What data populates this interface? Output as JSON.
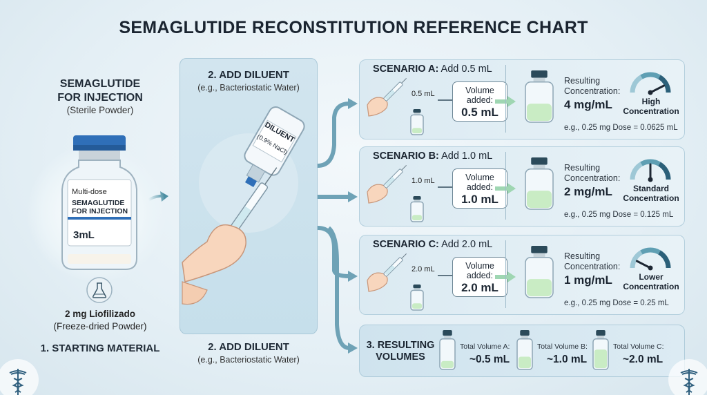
{
  "title": "SEMAGLUTIDE RECONSTITUTION REFERENCE CHART",
  "starting": {
    "title_line1": "SEMAGLUTIDE",
    "title_line2": "FOR INJECTION",
    "subtitle": "(Sterile Powder)",
    "vial_label_1": "Multi-dose",
    "vial_label_2": "SEMAGLUTIDE",
    "vial_label_3": "FOR INJECTION",
    "vial_volume": "3mL",
    "powder_amount": "2 mg Liofilizado",
    "powder_type": "(Freeze-dried Powder)",
    "step_label": "1. STARTING MATERIAL"
  },
  "diluent": {
    "panel_title": "2. ADD DILUENT",
    "panel_sub": "(e.g., Bacteriostatic Water)",
    "bottle_label": "DILUENT",
    "bottle_sub": "(0.9% NaCl)",
    "step_label": "2. ADD DILUENT",
    "step_sub": "(e.g., Bacteriostatic Water)"
  },
  "scenarios": [
    {
      "title_bold": "SCENARIO A:",
      "title_rest": " Add 0.5 mL",
      "syringe_label": "0.5 mL",
      "vol_label_1": "Volume",
      "vol_label_2": "added:",
      "vol_value": "0.5 mL",
      "res_label_1": "Resulting",
      "res_label_2": "Concentration:",
      "res_value": "4 mg/mL",
      "gauge_label_1": "High",
      "gauge_label_2": "Concentration",
      "gauge_level": 0.85,
      "dose": "e.g., 0.25 mg Dose = 0.0625 mL"
    },
    {
      "title_bold": "SCENARIO B:",
      "title_rest": " Add 1.0 mL",
      "syringe_label": "1.0 mL",
      "vol_label_1": "Volume",
      "vol_label_2": "added:",
      "vol_value": "1.0 mL",
      "res_label_1": "Resulting",
      "res_label_2": "Concentration:",
      "res_value": "2 mg/mL",
      "gauge_label_1": "Standard",
      "gauge_label_2": "Concentration",
      "gauge_level": 0.5,
      "dose": "e.g., 0.25 mg Dose = 0.125 mL"
    },
    {
      "title_bold": "SCENARIO C:",
      "title_rest": " Add 2.0 mL",
      "syringe_label": "2.0 mL",
      "vol_label_1": "Volume",
      "vol_label_2": "added:",
      "vol_value": "2.0 mL",
      "res_label_1": "Resulting",
      "res_label_2": "Concentration:",
      "res_value": "1 mg/mL",
      "gauge_label_1": "Lower",
      "gauge_label_2": "Concentration",
      "gauge_level": 0.15,
      "dose": "e.g., 0.25 mg Dose = 0.25 mL"
    }
  ],
  "results": {
    "head_1": "3. RESULTING",
    "head_2": "VOLUMES",
    "items": [
      {
        "label": "Total Volume A:",
        "value": "~0.5 mL",
        "fill": 0.25
      },
      {
        "label": "Total Volume B:",
        "value": "~1.0 mL",
        "fill": 0.4
      },
      {
        "label": "Total Volume C:",
        "value": "~2.0 mL",
        "fill": 0.65
      }
    ]
  },
  "colors": {
    "vial_cap": "#2f6fb8",
    "liquid_light": "#c9ecc4",
    "liquid_dark": "#8fd19a",
    "accent_teal": "#4d8fa3",
    "gauge_dark": "#2b4a5a"
  }
}
